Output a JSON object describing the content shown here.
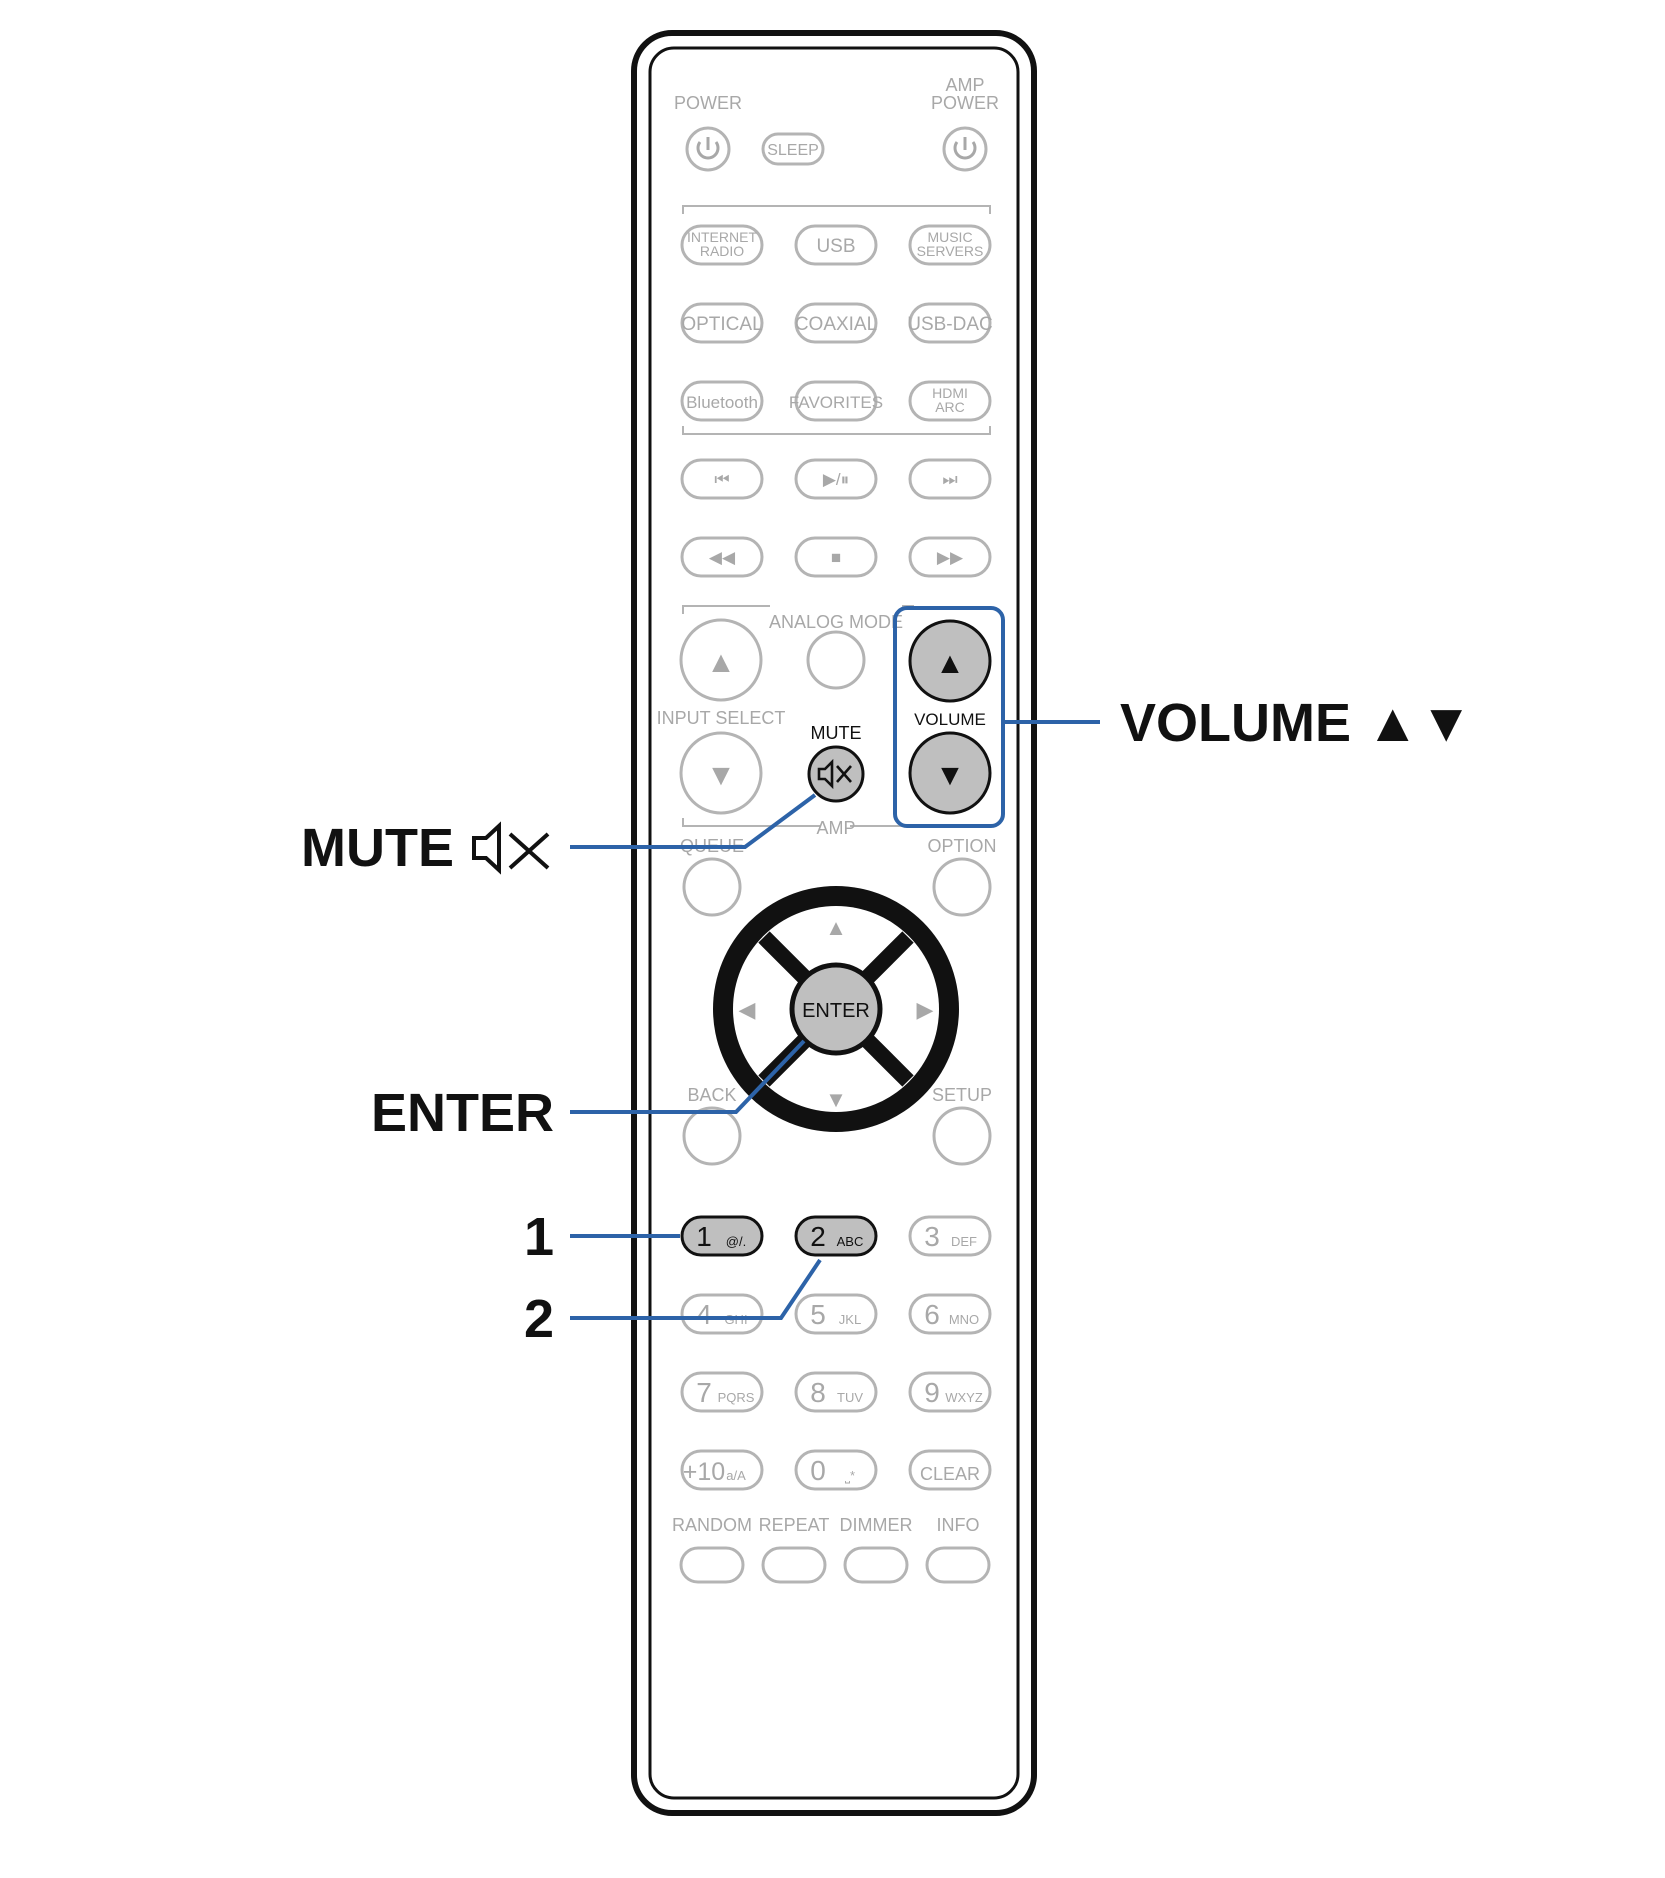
{
  "remote": {
    "top": {
      "power": "POWER",
      "sleep": "SLEEP",
      "amp_power": [
        "AMP",
        "POWER"
      ]
    },
    "sources": {
      "row1": [
        [
          "INTERNET",
          "RADIO"
        ],
        [
          "USB"
        ],
        [
          "MUSIC",
          "SERVERS"
        ]
      ],
      "row2": [
        [
          "OPTICAL"
        ],
        [
          "COAXIAL"
        ],
        [
          "USB-DAC"
        ]
      ],
      "row3": [
        [
          "Bluetooth"
        ],
        [
          "FAVORITES"
        ],
        [
          "HDMI",
          "ARC"
        ]
      ]
    },
    "transport": {
      "row1": [
        "⏮",
        "▶/⏸",
        "⏭"
      ],
      "row2": [
        "◀◀",
        "■",
        "▶▶"
      ]
    },
    "amp_section": {
      "analog_mode": "ANALOG MODE",
      "input_select": "INPUT SELECT",
      "mute": "MUTE",
      "mute_symbol": "🔇",
      "volume": "VOLUME",
      "amp": "AMP",
      "queue": "QUEUE",
      "option": "OPTION",
      "up_arrow": "▲",
      "down_arrow": "▼"
    },
    "navigation": {
      "enter": "ENTER",
      "back": "BACK",
      "setup": "SETUP",
      "up": "▲",
      "down": "▼",
      "left": "◀",
      "right": "▶"
    },
    "keypad": [
      {
        "num": "1",
        "sub": "@/."
      },
      {
        "num": "2",
        "sub": "ABC"
      },
      {
        "num": "3",
        "sub": "DEF"
      },
      {
        "num": "4",
        "sub": "GHI"
      },
      {
        "num": "5",
        "sub": "JKL"
      },
      {
        "num": "6",
        "sub": "MNO"
      },
      {
        "num": "7",
        "sub": "PQRS"
      },
      {
        "num": "8",
        "sub": "TUV"
      },
      {
        "num": "9",
        "sub": "WXYZ"
      },
      {
        "num": "+10",
        "sub": "a/A"
      },
      {
        "num": "0",
        "sub": "⎵*"
      },
      {
        "num": "CLEAR",
        "sub": ""
      }
    ],
    "bottom": [
      "RANDOM",
      "REPEAT",
      "DIMMER",
      "INFO"
    ]
  },
  "callouts": {
    "volume": "VOLUME ▲▼",
    "mute": "MUTE",
    "mute_icon": "🔇",
    "enter": "ENTER",
    "one": "1",
    "two": "2"
  },
  "colors": {
    "highlight": "#2d63a8",
    "pressed_fill": "#bfbfbf",
    "inactive": "#a8a8a8"
  }
}
